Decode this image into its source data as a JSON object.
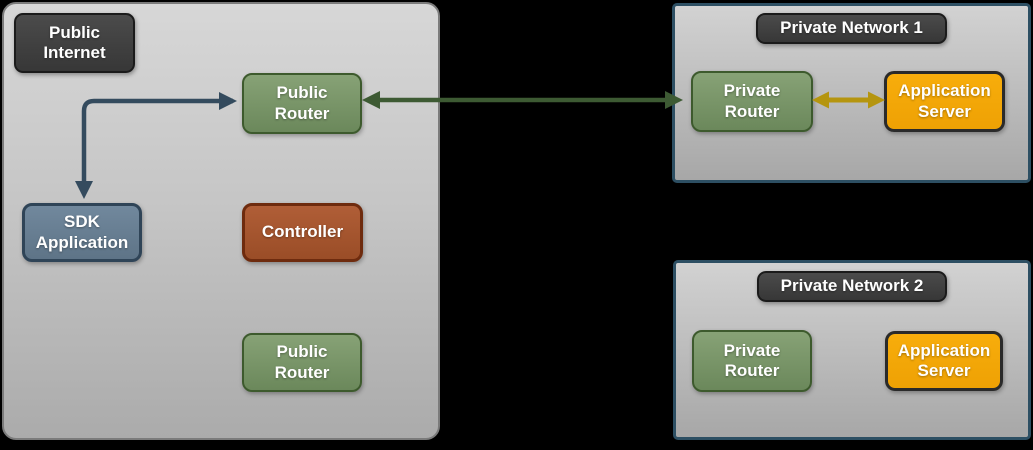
{
  "zones": {
    "public_internet": {
      "title": "Public\nInternet",
      "nodes": {
        "public_router_top": "Public\nRouter",
        "sdk_application": "SDK\nApplication",
        "controller": "Controller",
        "public_router_bottom": "Public\nRouter"
      }
    },
    "private_network_1": {
      "title": "Private Network 1",
      "nodes": {
        "private_router": "Private\nRouter",
        "application_server": "Application\nServer"
      }
    },
    "private_network_2": {
      "title": "Private Network 2",
      "nodes": {
        "private_router": "Private\nRouter",
        "application_server": "Application\nServer"
      }
    }
  },
  "arrows": {
    "sdk_to_public_router": {
      "style": "elbow-double-arrow",
      "color": "#344b5e"
    },
    "public_router_to_private_router": {
      "style": "straight-double-arrow",
      "color": "#3d5a33"
    },
    "private_router_to_app_server": {
      "style": "straight-double-arrow",
      "color": "#b5950f"
    }
  },
  "palette": {
    "background": "#000000",
    "zone_border_gray": "#7b7b7b",
    "zone_border_blue": "#2d4f63",
    "tag_fill": "#3f3f3f",
    "router_green": "#7a976b",
    "sdk_slate": "#68808f",
    "controller_rust": "#a5542e",
    "server_amber": "#f5a807"
  }
}
